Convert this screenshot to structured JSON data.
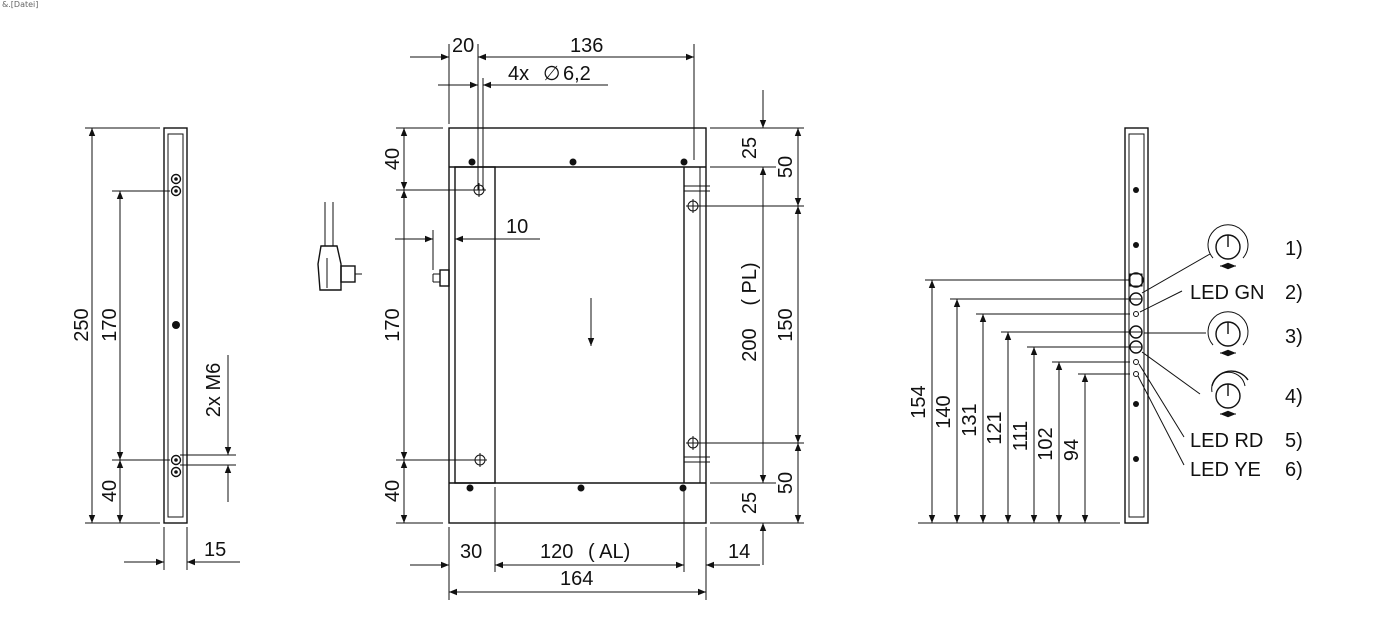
{
  "header": {
    "corner_text": "&.[Datei]"
  },
  "side_view": {
    "overall": "250",
    "hole_spacing": "170",
    "edge": "40",
    "thread": "2x M6",
    "thickness": "15"
  },
  "front_view": {
    "dims": {
      "top_left": "20",
      "top_width": "136",
      "holes": "4x",
      "hole_dia_symbol": "∅",
      "hole_dia": "6,2",
      "left_top": "40",
      "left_mid": "170",
      "left_bottom": "40",
      "connector_offset": "10",
      "right_top_edge": "25",
      "right_top": "50",
      "right_mid": "150",
      "right_bottom": "50",
      "right_bottom_edge": "25",
      "pl_length": "200",
      "pl_label": "( PL)",
      "bottom_left": "30",
      "bottom_mid": "120",
      "bottom_mid_label": "( AL)",
      "bottom_right": "14",
      "bottom_total": "164"
    }
  },
  "panel_view": {
    "heights": [
      "154",
      "140",
      "131",
      "121",
      "111",
      "102",
      "94"
    ],
    "callouts": [
      {
        "num": "1)",
        "text": ""
      },
      {
        "num": "2)",
        "text": "LED GN"
      },
      {
        "num": "3)",
        "text": ""
      },
      {
        "num": "4)",
        "text": ""
      },
      {
        "num": "5)",
        "text": "LED RD"
      },
      {
        "num": "6)",
        "text": "LED YE"
      }
    ]
  }
}
